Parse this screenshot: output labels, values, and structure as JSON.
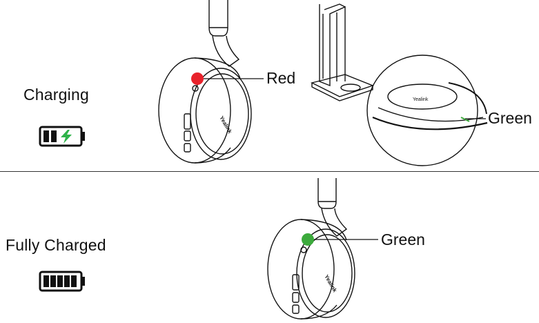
{
  "states": [
    {
      "label": "Charging",
      "battery_icon": "battery-charging-icon",
      "callouts": [
        "Red",
        "Green"
      ]
    },
    {
      "label": "Fully Charged",
      "battery_icon": "battery-full-icon",
      "callouts": [
        "Green"
      ]
    }
  ],
  "led_colors": {
    "red": "#e8222b",
    "green": "#3caa3c",
    "bolt": "#2fb34a"
  },
  "brand_mark": "Yealink"
}
